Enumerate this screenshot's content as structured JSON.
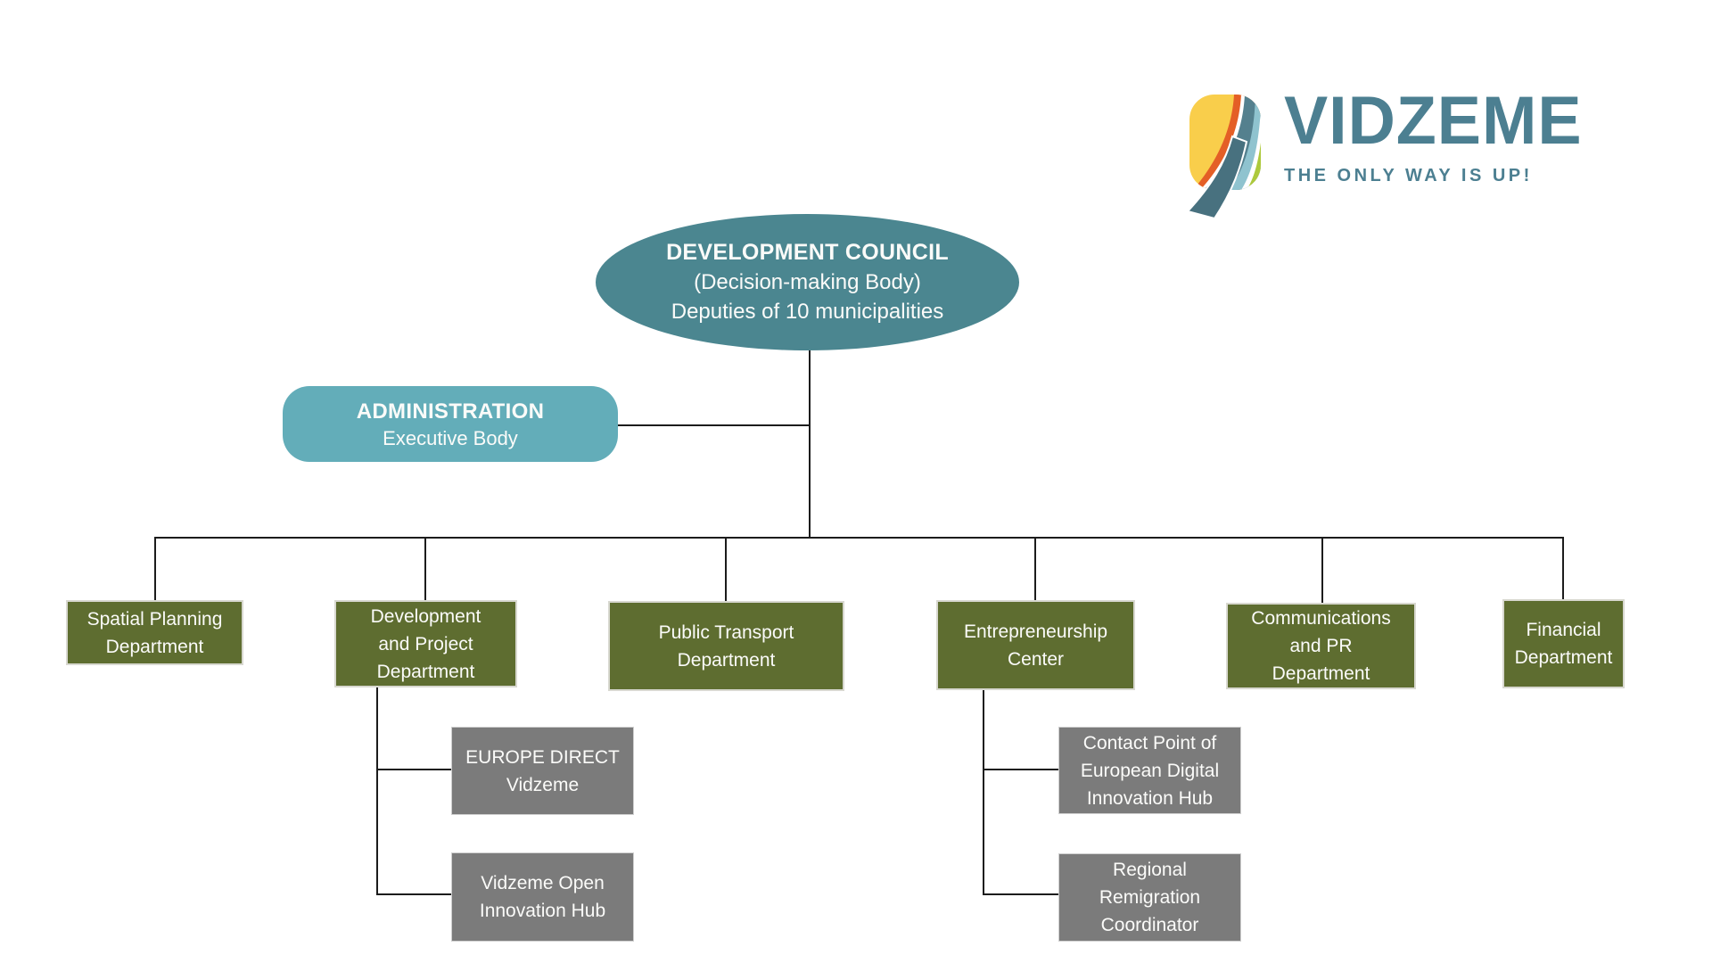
{
  "logo": {
    "brand": "VIDZEME",
    "tagline": "THE ONLY WAY IS UP!"
  },
  "colors": {
    "council": "#4B8690",
    "administration": "#63ADB9",
    "department": "#5E6D30",
    "unit": "#7B7B7B",
    "line": "#1C1C1C",
    "brand_text": "#4C7F91",
    "logo_yellow": "#F9CE4B",
    "logo_orange": "#E45F26",
    "logo_teal": "#54808E",
    "logo_lightblue": "#8FC3CF",
    "logo_green": "#ADC93C",
    "logo_slate": "#48717F"
  },
  "council": {
    "title": "DEVELOPMENT COUNCIL",
    "line2": "(Decision-making Body)",
    "line3": "Deputies of 10 municipalities"
  },
  "administration": {
    "title": "ADMINISTRATION",
    "subtitle": "Executive Body"
  },
  "departments": [
    {
      "id": "spatial-planning",
      "label": "Spatial Planning\nDepartment"
    },
    {
      "id": "development-project",
      "label": "Development\nand Project\nDepartment"
    },
    {
      "id": "public-transport",
      "label": "Public Transport\nDepartment"
    },
    {
      "id": "entrepreneurship",
      "label": "Entrepreneurship\nCenter"
    },
    {
      "id": "communications-pr",
      "label": "Communications\nand PR\nDepartment"
    },
    {
      "id": "financial",
      "label": "Financial\nDepartment"
    }
  ],
  "units": [
    {
      "id": "europe-direct",
      "parent": "development-project",
      "label": "EUROPE DIRECT\nVidzeme"
    },
    {
      "id": "open-innovation-hub",
      "parent": "development-project",
      "label": "Vidzeme Open\nInnovation Hub"
    },
    {
      "id": "edih-contact-point",
      "parent": "entrepreneurship",
      "label": "Contact Point of\nEuropean Digital\nInnovation Hub"
    },
    {
      "id": "remigration-coordinator",
      "parent": "entrepreneurship",
      "label": "Regional\nRemigration\nCoordinator"
    }
  ]
}
